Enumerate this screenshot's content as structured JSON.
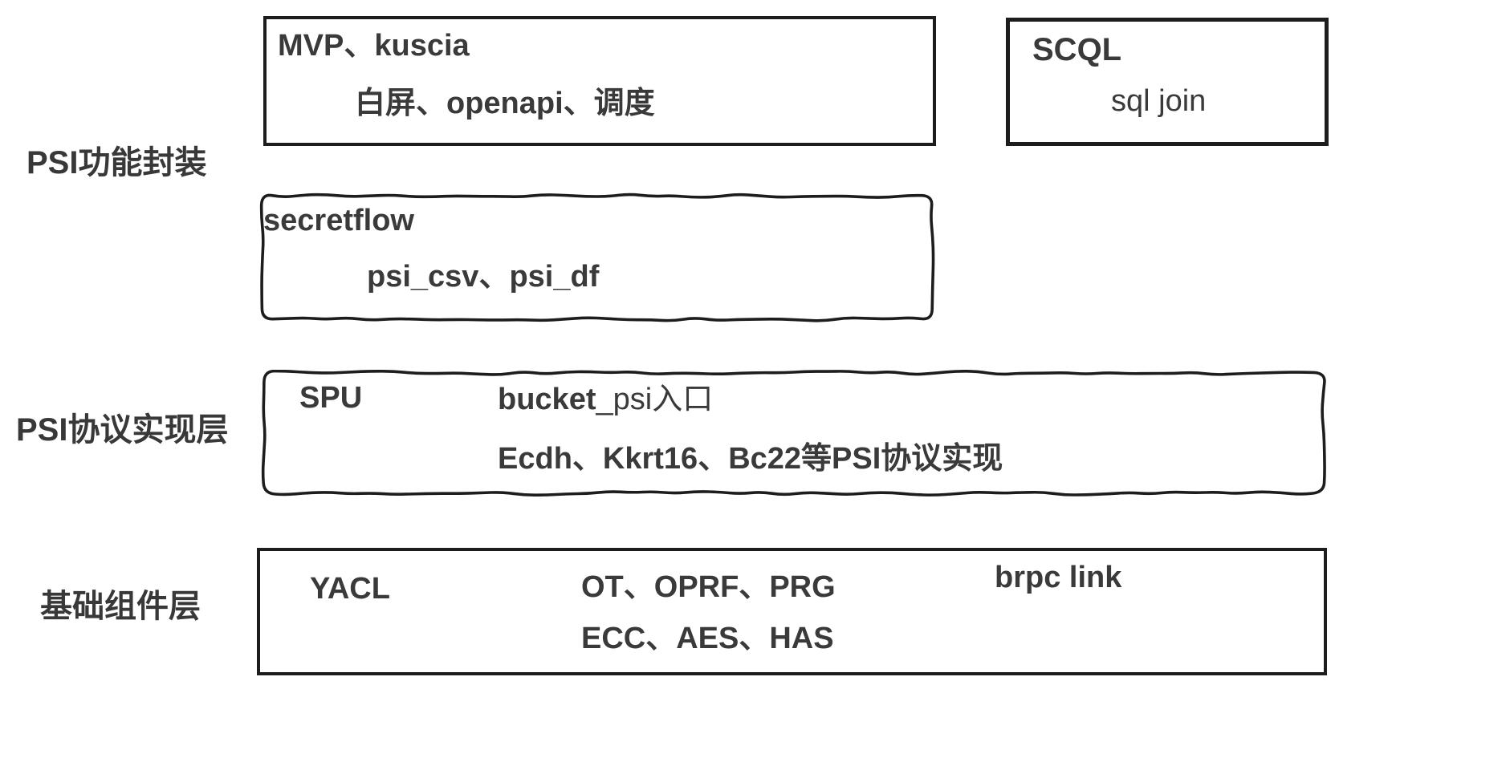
{
  "page": {
    "background": "#ffffff",
    "border_color": "#1d1d1d",
    "text_color": "#3a3a3a"
  },
  "labels": {
    "function_layer": "PSI功能封装",
    "protocol_layer": "PSI协议实现层",
    "base_layer": "基础组件层"
  },
  "boxes": {
    "mvp": {
      "title": "MVP、kuscia",
      "detail": "白屏、openapi、调度"
    },
    "scql": {
      "title": "SCQL",
      "detail": "sql join"
    },
    "secretflow": {
      "title": "secretflow",
      "detail": "psi_csv、psi_df"
    },
    "spu": {
      "title": "SPU",
      "entry_bold": "bucket",
      "entry_rest": "_psi入口",
      "protocols": "Ecdh、Kkrt16、Bc22等PSI协议实现"
    },
    "yacl": {
      "title": "YACL",
      "primitives_line1": "OT、OPRF、PRG",
      "primitives_line2": "ECC、AES、HAS",
      "link": "brpc link"
    }
  }
}
